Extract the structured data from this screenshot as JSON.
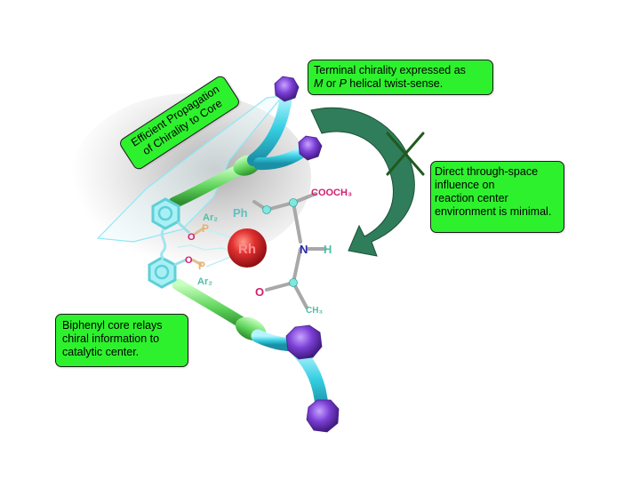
{
  "callouts": {
    "terminal": {
      "line1": "Terminal chirality expressed as",
      "line2_pre": "",
      "line2_m": "M",
      "line2_mid": " or ",
      "line2_p": "P",
      "line2_post": " helical twist-sense."
    },
    "direct": {
      "line1": "Direct through-space",
      "line2": "influence on",
      "line3": "reaction center",
      "line4": "environment is minimal."
    },
    "core": {
      "line1": "Biphenyl core relays",
      "line2": "chiral information to",
      "line3": "catalytic center."
    },
    "propagation": {
      "line1": "Efficient Propagation",
      "line2": "of Chirality to Core"
    }
  },
  "molecule": {
    "metal": "Rh",
    "ester": "COOCH₃",
    "phenyl": "Ph",
    "nitrogen": "N",
    "hydrogen": "H",
    "oxygen": "O",
    "methyl": "CH₃",
    "phosphorus_top": "P",
    "phosphorus_bottom": "P",
    "aryl_top": "Ar₂",
    "aryl_bottom": "Ar₂",
    "ether_o_top": "O",
    "ether_o_bottom": "O"
  },
  "colors": {
    "callout_fill": "#2ef12e",
    "arrow": "#2f7d5a",
    "cross": "#1f5a1f",
    "rh": "#d8262a",
    "purple": "#7b3fd6",
    "cyan": "#3fd8e8",
    "lime": "#6fd86a"
  }
}
